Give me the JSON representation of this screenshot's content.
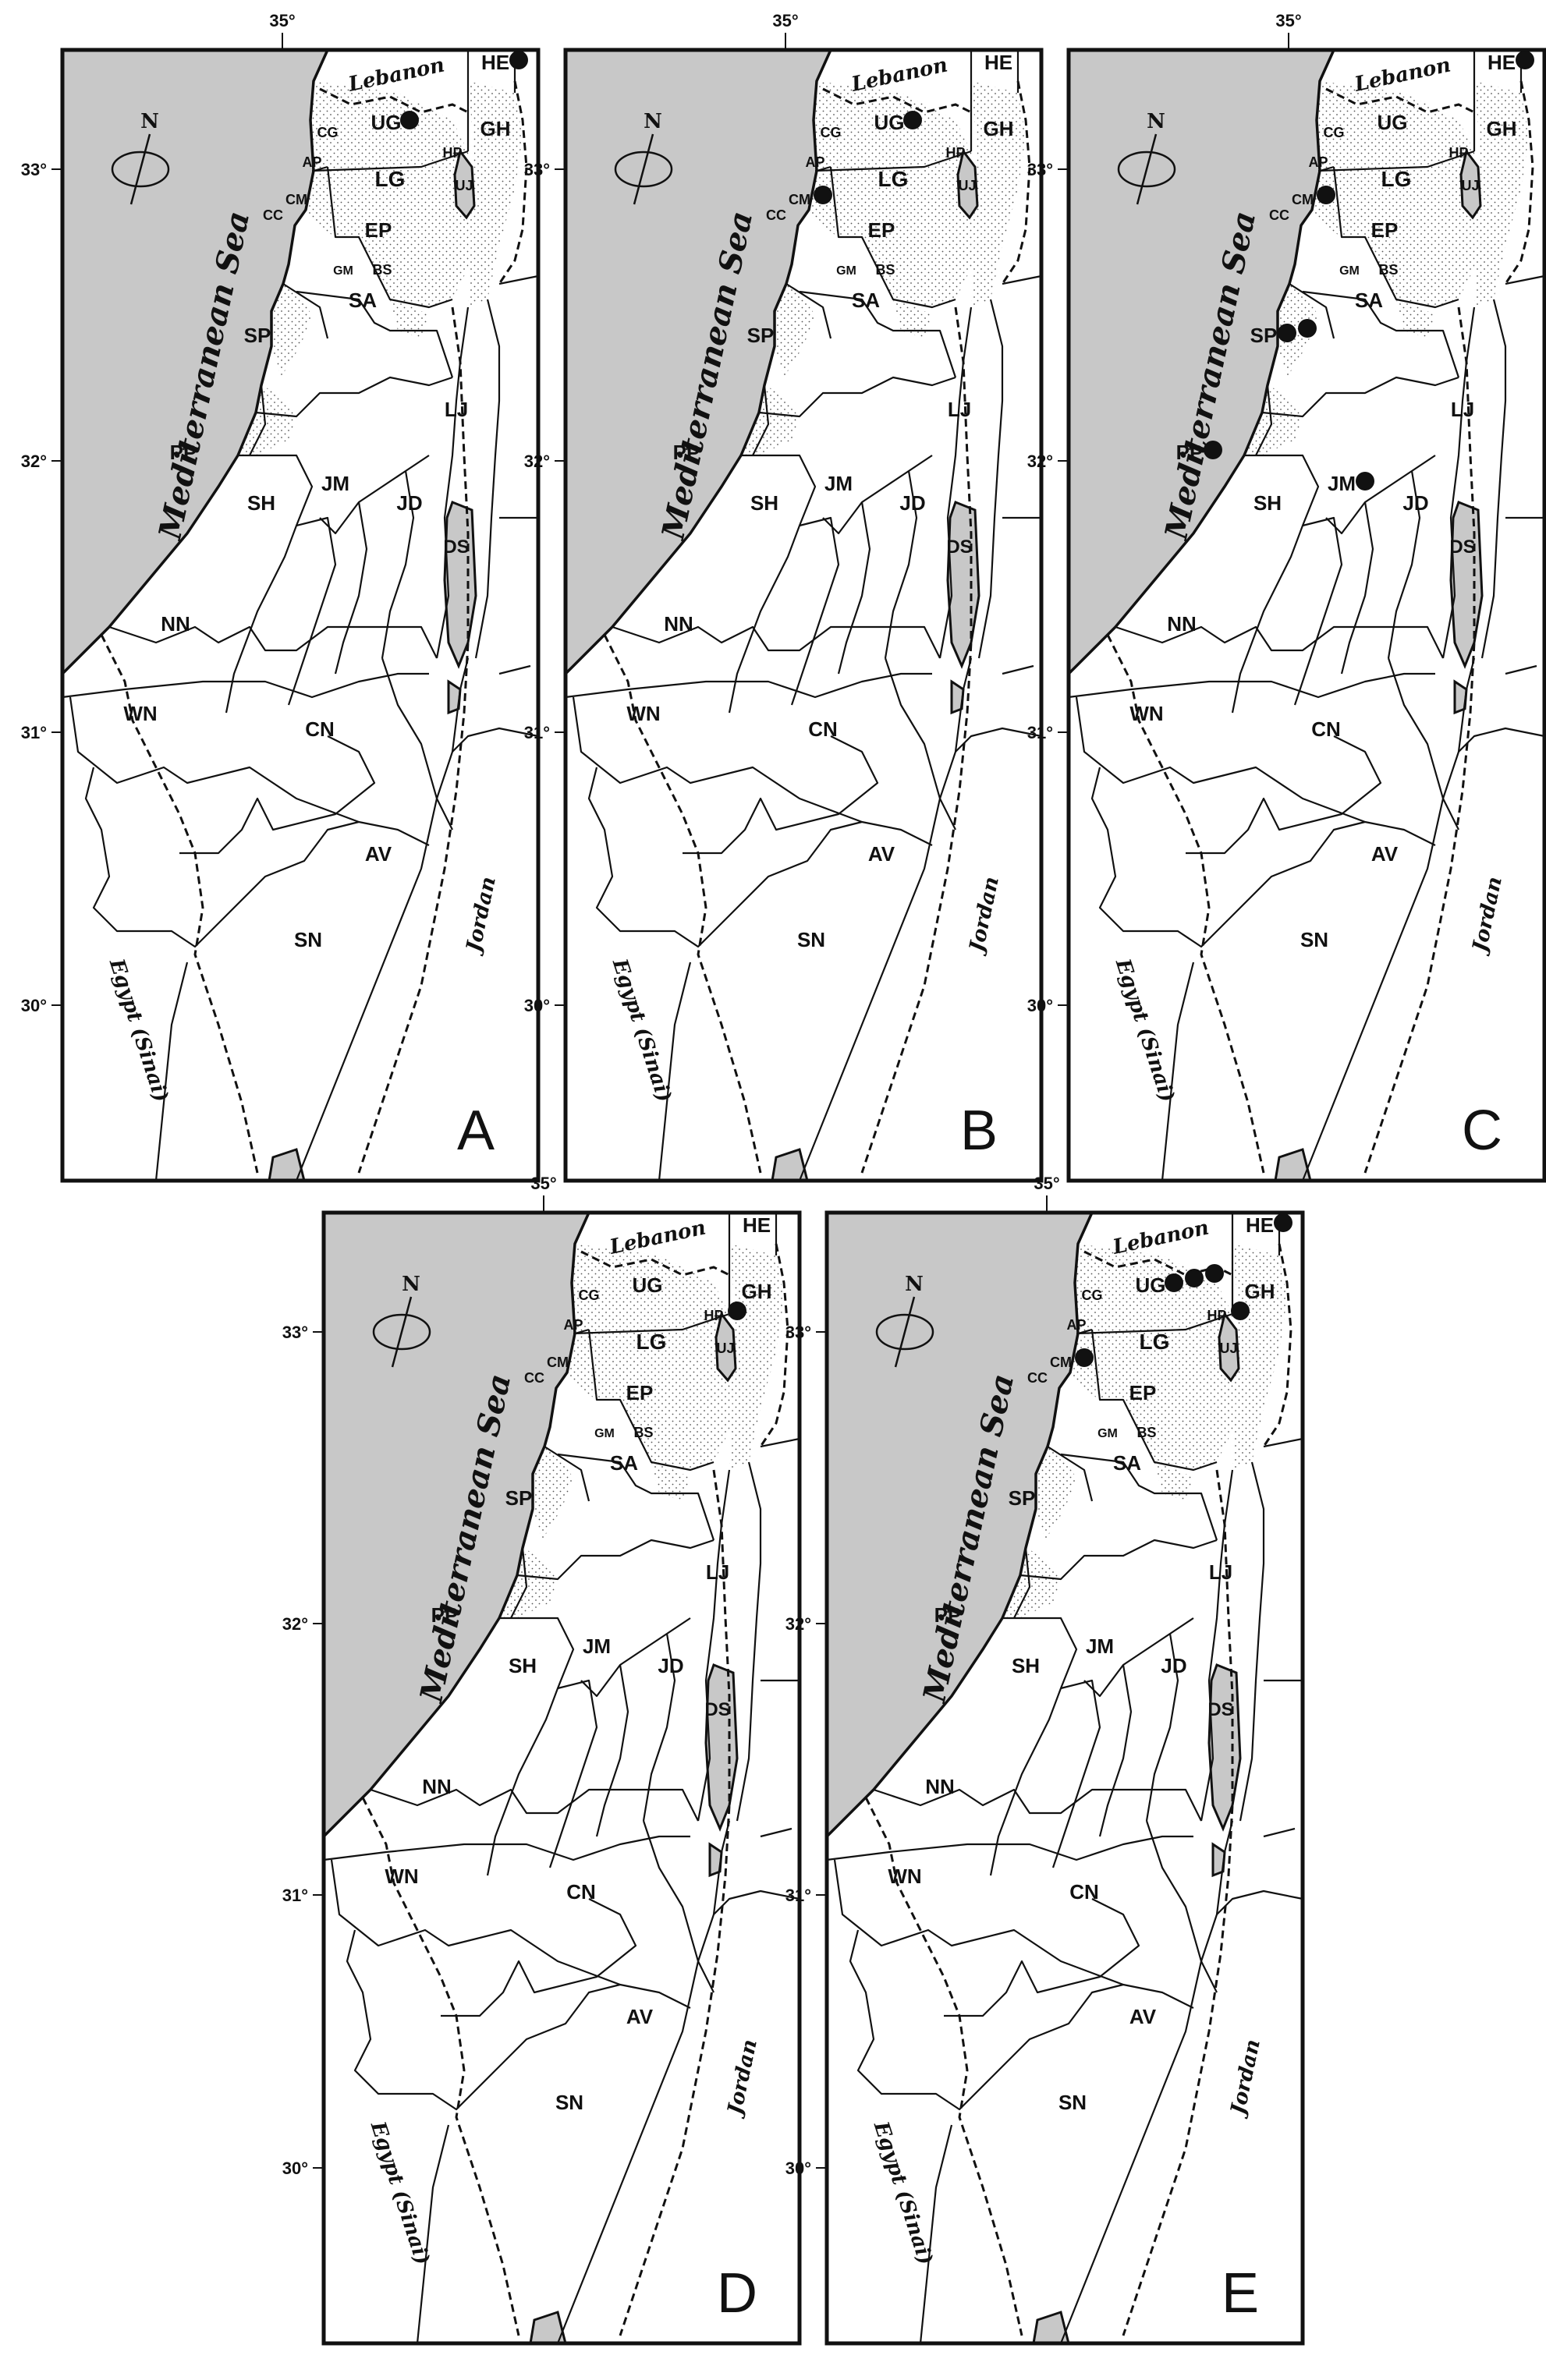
{
  "longitude_label": "35°",
  "latitude_labels": [
    "33°",
    "32°",
    "31°",
    "30°"
  ],
  "north_label": "N",
  "sea_label": "Mediterranean Sea",
  "countries": {
    "lebanon": "Lebanon",
    "jordan": "Jordan",
    "egypt": "Egypt (Sinai)"
  },
  "regions": [
    {
      "code": "HE"
    },
    {
      "code": "UG"
    },
    {
      "code": "GH"
    },
    {
      "code": "CG"
    },
    {
      "code": "HP"
    },
    {
      "code": "AP"
    },
    {
      "code": "LG"
    },
    {
      "code": "UJ"
    },
    {
      "code": "CM"
    },
    {
      "code": "CC"
    },
    {
      "code": "EP"
    },
    {
      "code": "GM"
    },
    {
      "code": "BS"
    },
    {
      "code": "SA"
    },
    {
      "code": "SP"
    },
    {
      "code": "LJ"
    },
    {
      "code": "PP"
    },
    {
      "code": "JM"
    },
    {
      "code": "SH"
    },
    {
      "code": "JD"
    },
    {
      "code": "DS"
    },
    {
      "code": "NN"
    },
    {
      "code": "WN"
    },
    {
      "code": "CN"
    },
    {
      "code": "AV"
    },
    {
      "code": "SN"
    }
  ],
  "panels": [
    {
      "letter": "A",
      "records": [
        "HE",
        "UG"
      ]
    },
    {
      "letter": "B",
      "records": [
        "UG",
        "CM"
      ]
    },
    {
      "letter": "C",
      "records": [
        "HE",
        "CM",
        "SP",
        "SP",
        "PP",
        "JM"
      ]
    },
    {
      "letter": "D",
      "records": [
        "HP"
      ]
    },
    {
      "letter": "E",
      "records": [
        "UG",
        "UG",
        "UG",
        "HP",
        "HE",
        "CM"
      ]
    }
  ],
  "colors": {
    "sea": "#c8c8c8",
    "stipple": "#555555",
    "line": "#111111",
    "background": "#ffffff"
  }
}
